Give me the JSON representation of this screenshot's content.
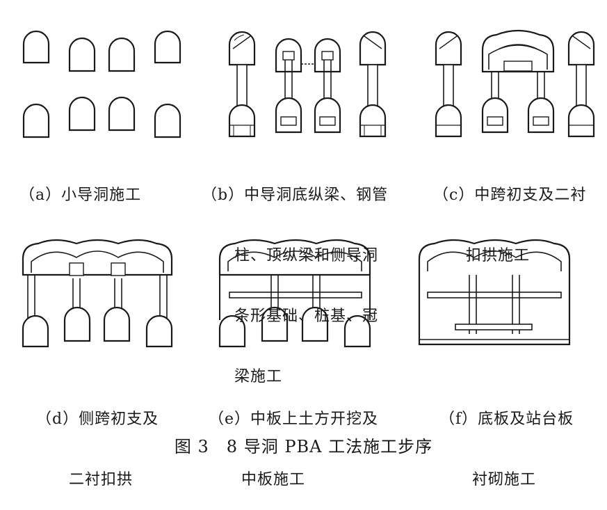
{
  "panels": [
    {
      "id": "a",
      "caption_lines": [
        "（a）小导洞施工"
      ]
    },
    {
      "id": "b",
      "caption_lines": [
        "（b）中导洞底纵梁、钢管",
        "柱、顶纵梁和侧导洞",
        "条形基础、桩基、冠",
        "梁施工"
      ]
    },
    {
      "id": "c",
      "caption_lines": [
        "（c）中跨初支及二衬",
        "扣拱施工"
      ]
    },
    {
      "id": "d",
      "caption_lines": [
        "（d）侧跨初支及",
        "二衬扣拱"
      ]
    },
    {
      "id": "e",
      "caption_lines": [
        "（e）中板上土方开挖及",
        "中板施工"
      ]
    },
    {
      "id": "f",
      "caption_lines": [
        "（f）底板及站台板",
        "衬砌施工"
      ]
    }
  ],
  "figure_caption": "图 3　8 导洞 PBA 工法施工步序",
  "colors": {
    "line": "#1a1a1a",
    "background": "#ffffff",
    "hatch": "#555555"
  }
}
